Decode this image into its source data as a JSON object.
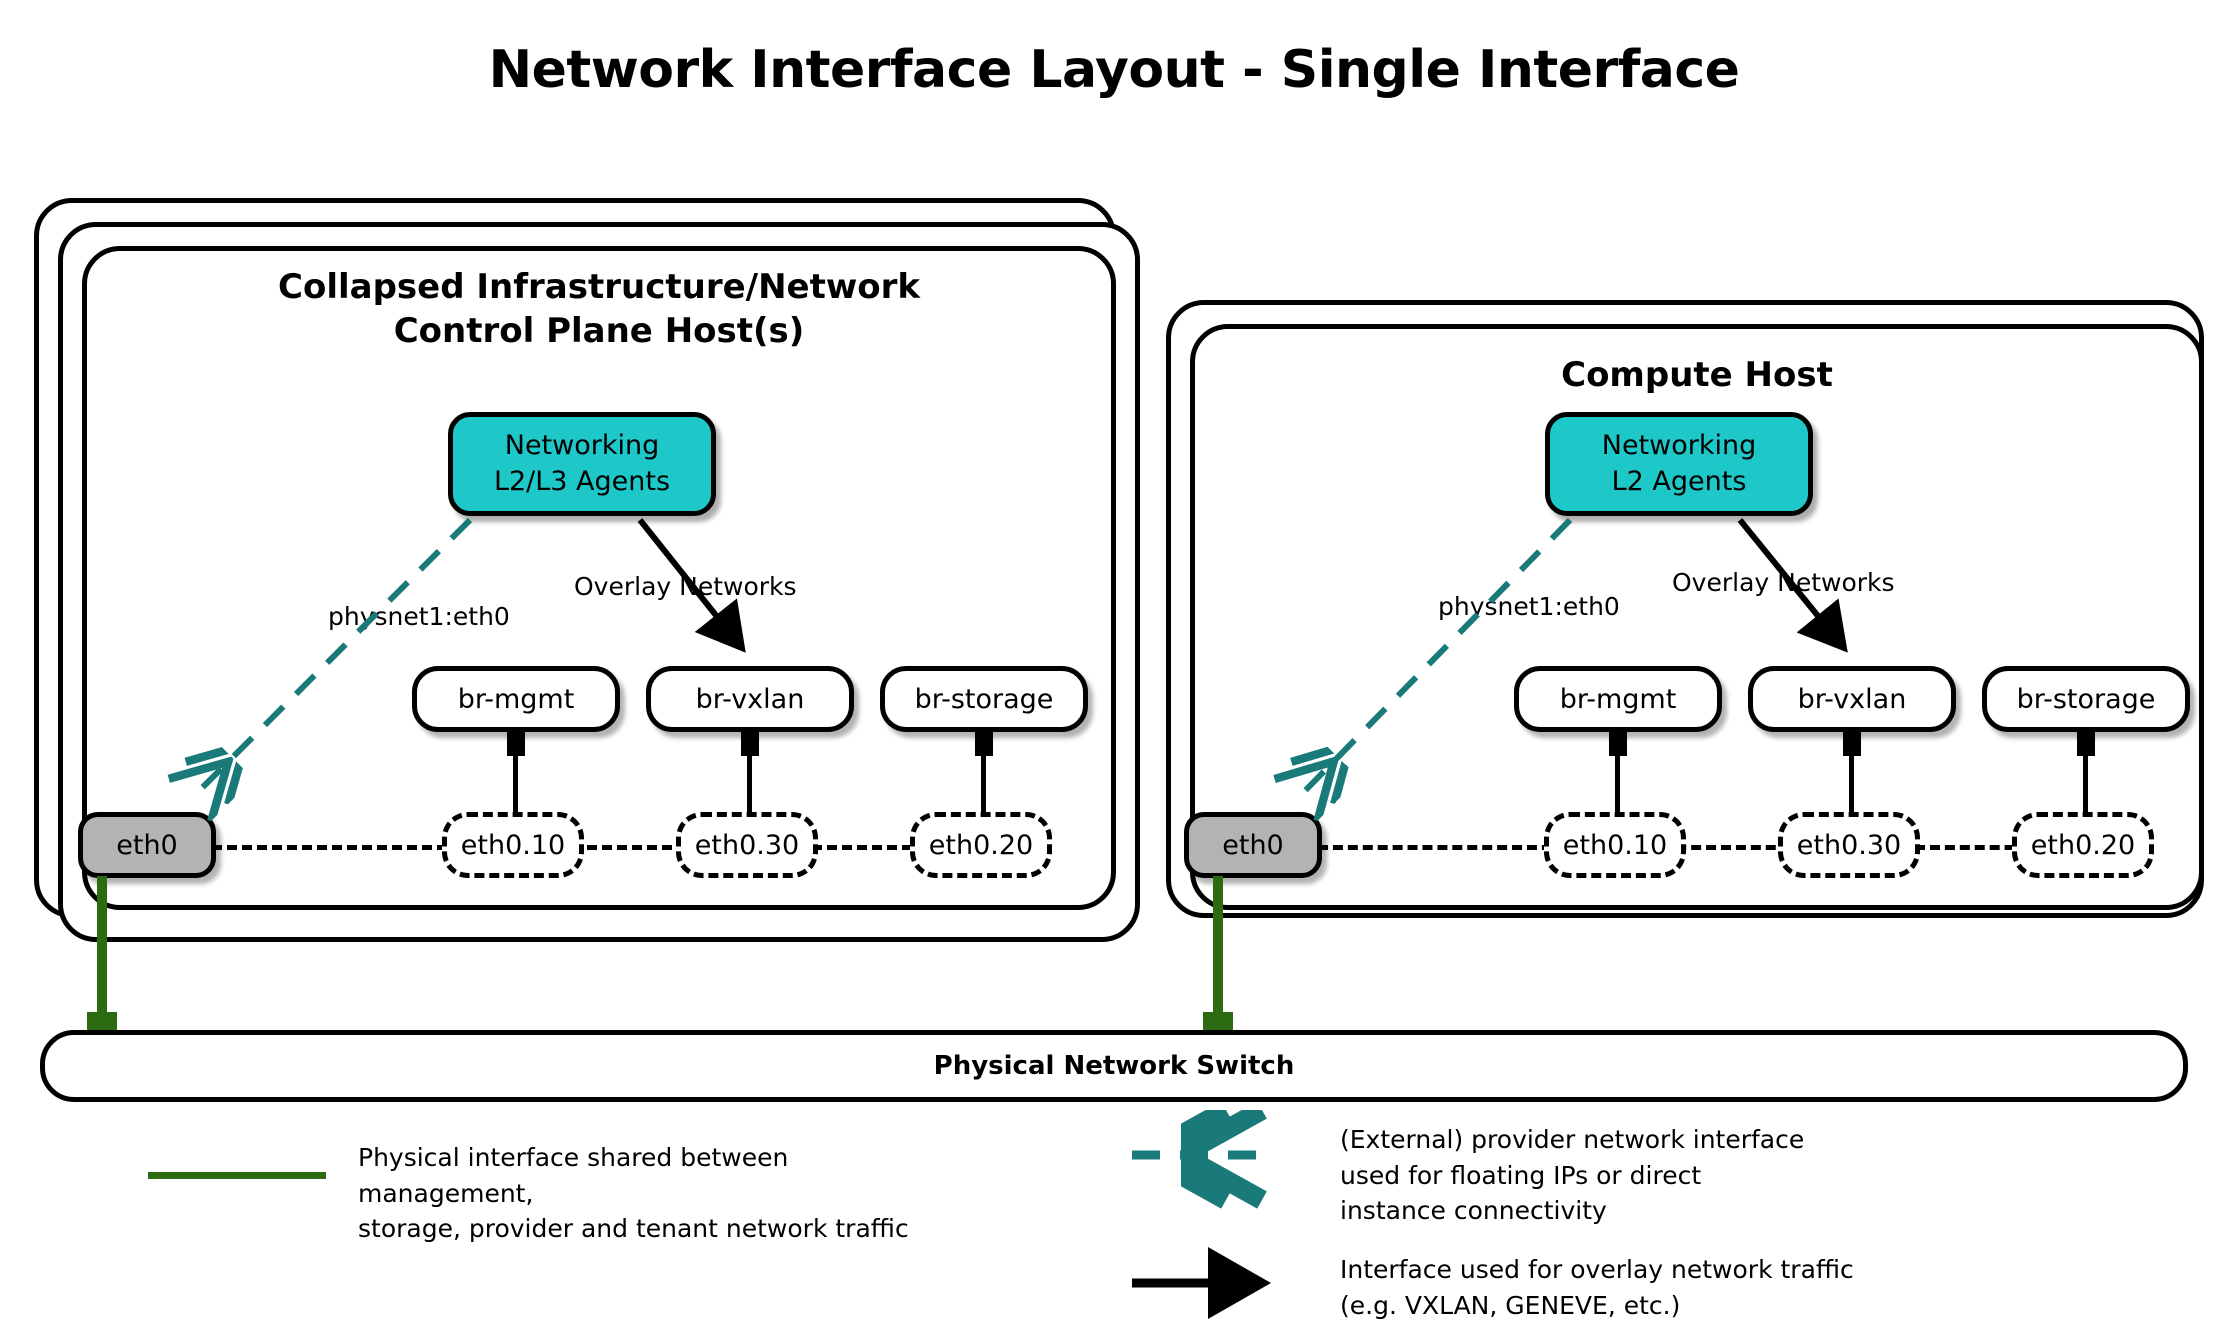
{
  "title": "Network Interface Layout - Single Interface",
  "colors": {
    "agent_fill": "#1ec8c8",
    "nic_fill": "#b3b3b3",
    "physical_link": "#2d6b12",
    "provider_link": "#1a7a7a",
    "overlay_link": "#000000",
    "stroke": "#000000",
    "background": "#ffffff"
  },
  "hosts": [
    {
      "id": "control-plane-host",
      "title": "Collapsed Infrastructure/Network\nControl Plane Host(s)",
      "stack_count": 3,
      "agent": {
        "label": "Networking\nL2/L3 Agents",
        "line1": "Networking",
        "line2": "L2/L3 Agents"
      },
      "provider_edge_label": "physnet1:eth0",
      "overlay_edge_label": "Overlay Networks",
      "physical_interface": "eth0",
      "bridges": [
        {
          "name": "br-mgmt",
          "vlan": "eth0.10"
        },
        {
          "name": "br-vxlan",
          "vlan": "eth0.30"
        },
        {
          "name": "br-storage",
          "vlan": "eth0.20"
        }
      ]
    },
    {
      "id": "compute-host",
      "title": "Compute Host",
      "stack_count": 2,
      "agent": {
        "label": "Networking\nL2 Agents",
        "line1": "Networking",
        "line2": "L2 Agents"
      },
      "provider_edge_label": "physnet1:eth0",
      "overlay_edge_label": "Overlay Networks",
      "physical_interface": "eth0",
      "bridges": [
        {
          "name": "br-mgmt",
          "vlan": "eth0.10"
        },
        {
          "name": "br-vxlan",
          "vlan": "eth0.30"
        },
        {
          "name": "br-storage",
          "vlan": "eth0.20"
        }
      ]
    }
  ],
  "switch": {
    "label": "Physical Network Switch"
  },
  "legend": [
    {
      "id": "physical-interface",
      "marker": "solid-green-line",
      "text": "Physical interface shared between management,\nstorage, provider and tenant network traffic"
    },
    {
      "id": "provider-network-interface",
      "marker": "teal-dashed-double-arrow",
      "text": "(External) provider network interface\nused for floating IPs or direct\ninstance connectivity"
    },
    {
      "id": "overlay-network-interface",
      "marker": "black-solid-arrow",
      "text": "Interface used for overlay network traffic\n(e.g. VXLAN, GENEVE, etc.)"
    }
  ]
}
